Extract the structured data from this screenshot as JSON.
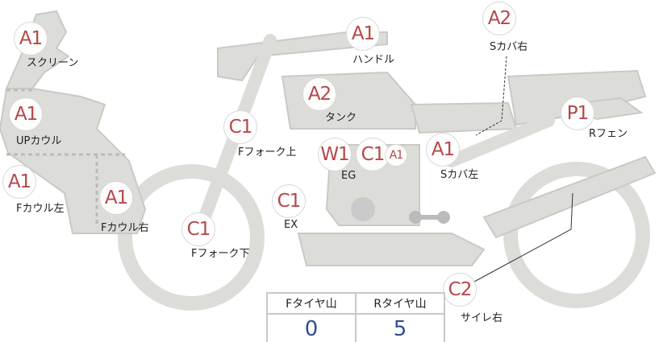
{
  "parts": [
    {
      "code": "A1",
      "label": "スクリーン"
    },
    {
      "code": "A1",
      "label": "UPカウル"
    },
    {
      "code": "A1",
      "label": "Fカウル左"
    },
    {
      "code": "A1",
      "label": "Fカウル右"
    },
    {
      "code": "C1",
      "label": "Fフォーク下"
    },
    {
      "code": "C1",
      "label": "Fフォーク上"
    },
    {
      "code": "A2",
      "label": "タンク"
    },
    {
      "code": "A1",
      "label": "ハンドル"
    },
    {
      "code": "A2",
      "label": "Sカバ右"
    },
    {
      "code": "W1",
      "label": "EG"
    },
    {
      "code": "C1"
    },
    {
      "code": "A1"
    },
    {
      "code": "A1",
      "label": "Sカバ左"
    },
    {
      "code": "C1",
      "label": "EX"
    },
    {
      "code": "P1",
      "label": "Rフェン"
    },
    {
      "code": "C2",
      "label": "サイレ右"
    }
  ],
  "tire_table": {
    "headers": [
      "Fタイヤ山",
      "Rタイヤ山"
    ],
    "values": [
      "0",
      "5"
    ]
  },
  "colors": {
    "badge_text": "#b5474a",
    "body": "#dcdcd8",
    "value": "#2f4f8f"
  }
}
